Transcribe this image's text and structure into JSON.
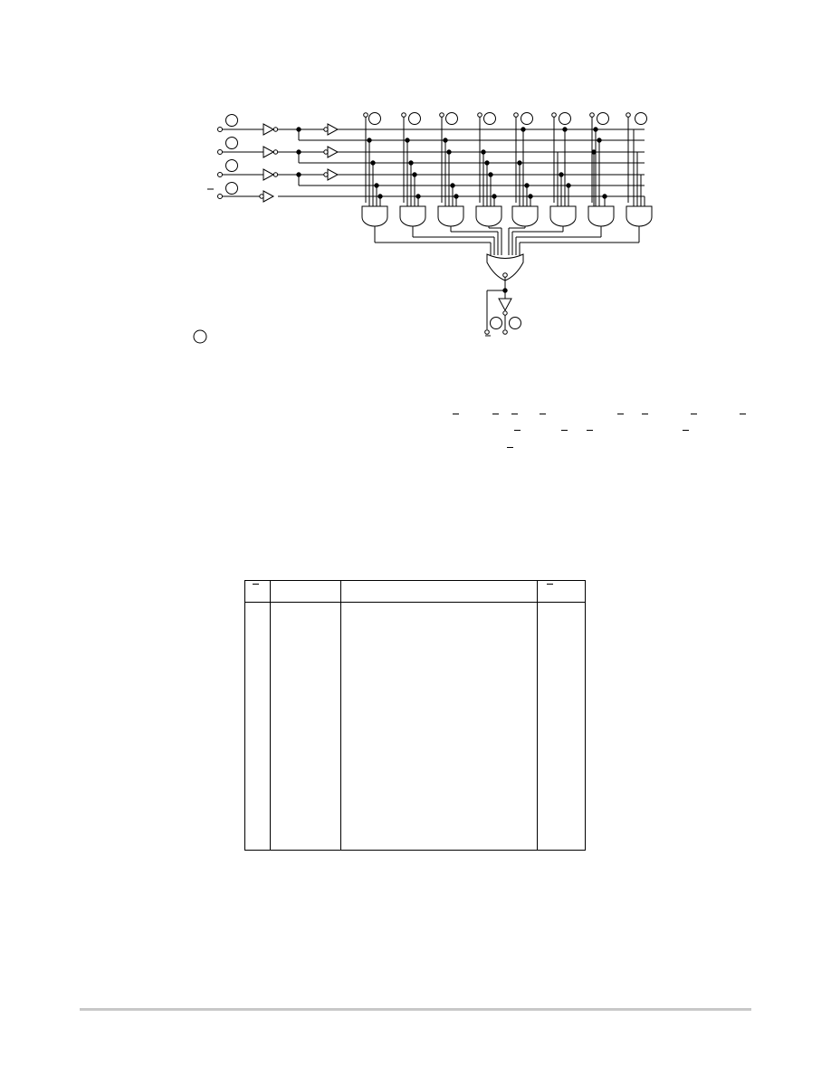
{
  "page": {
    "background": "#ffffff",
    "line_color": "#000000",
    "footer_rule_color": "#c8c8c8"
  },
  "diagram": {
    "inputs": 4,
    "and_gates": 8,
    "inputs_per_and_gate": 4,
    "or_gate_inputs": 8,
    "output_buffer": 1,
    "outputs": 2,
    "text_labels": []
  },
  "equation": {
    "text_lines": [],
    "overbar_marks": 14
  },
  "table": {
    "columns": 4,
    "header_rows": 1,
    "headers": [],
    "rows": []
  }
}
